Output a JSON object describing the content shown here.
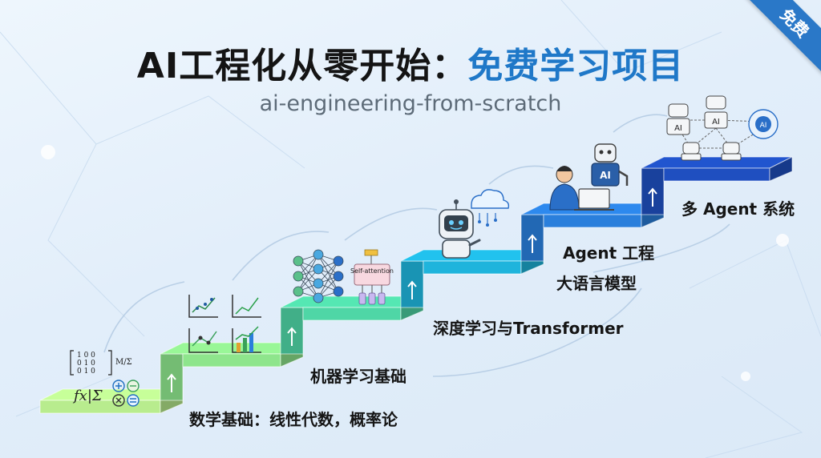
{
  "title_prefix": "AI工程化从零开始：",
  "title_accent": "免费学习项目",
  "subtitle": "ai-engineering-from-scratch",
  "corner_badge": "免费",
  "steps": [
    {
      "label": "数学基础：线性代数，概率论",
      "color": "#b8ec8e"
    },
    {
      "label": "机器学习基础",
      "color": "#8ee58c"
    },
    {
      "label": "深度学习与Transformer",
      "color": "#4fd6a6"
    },
    {
      "label": "大语言模型",
      "color": "#1fb4dc"
    },
    {
      "label": "Agent 工程",
      "color": "#2a7fdc"
    },
    {
      "label": "多 Agent 系统",
      "color": "#1f4fc0"
    }
  ],
  "icons": {
    "math": "matrix-and-formula-icon",
    "ml": "charts-icon",
    "dl": "neural-network-icon",
    "attention": "Self-attention",
    "llm": "robot-cloud-icon",
    "agent": "AI",
    "multi_agent_nodes": [
      "AI",
      "AI",
      "AI"
    ]
  },
  "math_glyphs": {
    "matrix_rows": [
      "1 0 0",
      "0 1 0",
      "0 1 0"
    ],
    "formula_left": "fx|Σ",
    "summation": "M/Σ"
  },
  "colors": {
    "accent": "#1f78c8",
    "title": "#141414",
    "subtitle": "#5d6b78"
  }
}
